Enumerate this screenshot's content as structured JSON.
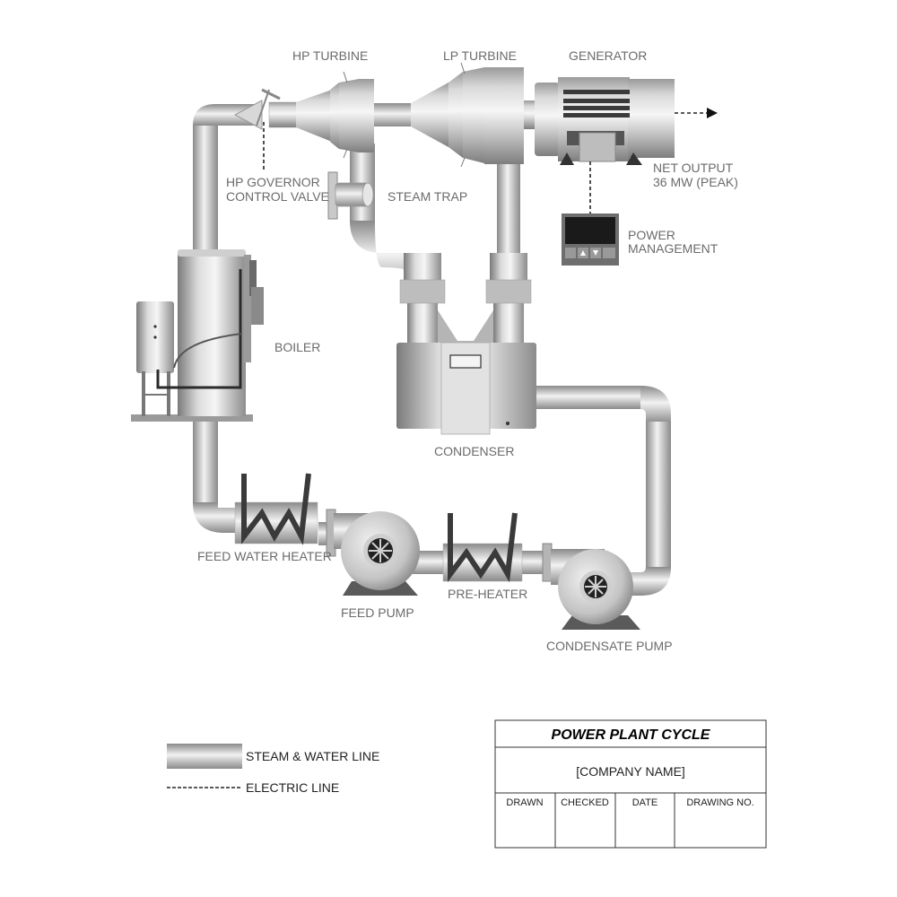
{
  "labels": {
    "hp_turbine": "HP TURBINE",
    "lp_turbine": "LP TURBINE",
    "generator": "GENERATOR",
    "net_output_line1": "NET OUTPUT",
    "net_output_line2": "36 MW (PEAK)",
    "hp_governor_line1": "HP GOVERNOR",
    "hp_governor_line2": "CONTROL VALVE",
    "steam_trap": "STEAM TRAP",
    "power_mgmt_line1": "POWER",
    "power_mgmt_line2": "MANAGEMENT",
    "boiler": "BOILER",
    "condenser": "CONDENSER",
    "feed_water_heater": "FEED WATER HEATER",
    "feed_pump": "FEED PUMP",
    "pre_heater": "PRE-HEATER",
    "condensate_pump": "CONDENSATE PUMP"
  },
  "legend": {
    "steam_water": "STEAM & WATER LINE",
    "electric": "ELECTRIC LINE"
  },
  "title_block": {
    "title": "POWER PLANT CYCLE",
    "company": "[COMPANY NAME]",
    "columns": [
      "DRAWN",
      "CHECKED",
      "DATE",
      "DRAWING NO."
    ]
  }
}
